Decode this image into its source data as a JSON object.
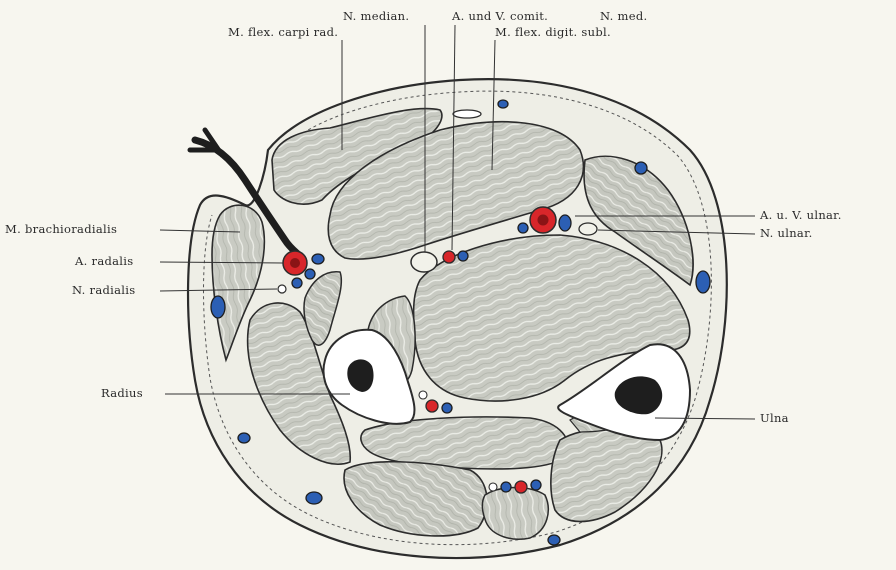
{
  "labels": {
    "n_median": "N. median.",
    "a_v_comit": "A. und V. comit.",
    "n_med": "N. med.",
    "m_flex_carpi_rad": "M. flex. carpi rad.",
    "m_flex_digit_subl": "M. flex. digit. subl.",
    "m_brachioradialis": "M. brachioradialis",
    "a_radialis": "A. radalis",
    "n_radialis": "N. radialis",
    "radius": "Radius",
    "a_u_v_ulnar": "A. u. V. ulnar.",
    "n_ulnar": "N. ulnar.",
    "ulna": "Ulna"
  },
  "colors": {
    "background": "#f7f6ef",
    "muscle": "#c9cbc3",
    "muscle_texture": "#e9eae4",
    "outline": "#2c2c2c",
    "artery": "#d8262a",
    "vein": "#2c5fb4",
    "bone": "#ffffff",
    "marrow": "#1e1e1e"
  }
}
